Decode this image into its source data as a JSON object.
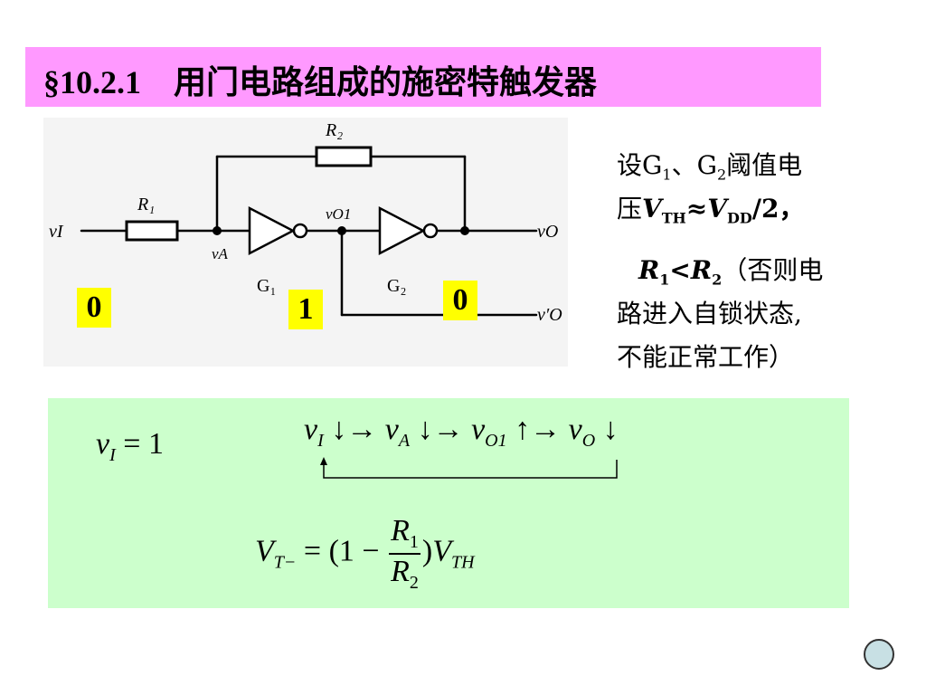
{
  "title": {
    "section": "§",
    "number": "10.2.1",
    "text": "用门电路组成的施密特触发器"
  },
  "circuit": {
    "labels": {
      "R2": "R₂",
      "R1": "R₁",
      "vI": "vI",
      "vA": "vA",
      "vO1": "vO1",
      "vO": "vO",
      "vO_prime": "v′O",
      "G1": "G₁",
      "G2": "G₂"
    },
    "badges": [
      "0",
      "1",
      "0"
    ]
  },
  "notes": {
    "line1a": "设G",
    "line1b": "1",
    "line1c": "、G",
    "line1d": "2",
    "line1e": "阈值电",
    "line2a": "压",
    "line2b": "V",
    "line2c": "TH",
    "line2d": "≈",
    "line2e": "V",
    "line2f": "DD",
    "line2g": "/2，",
    "line3a": "R",
    "line3b": "1",
    "line3c": "<",
    "line3d": "R",
    "line3e": "2",
    "line3f": "（否则电",
    "line4": "路进入自锁状态,",
    "line5": "不能正常工作）"
  },
  "equations": {
    "eq1_v": "v",
    "eq1_sub": "I",
    "eq1_rest": " = 1",
    "chain": [
      {
        "v": "v",
        "sub": "I",
        "arrow": " ↓→ "
      },
      {
        "v": "v",
        "sub": "A",
        "arrow": " ↓→ "
      },
      {
        "v": "v",
        "sub": "O1",
        "arrow": " ↑→ "
      },
      {
        "v": "v",
        "sub": "O",
        "arrow": " ↓"
      }
    ],
    "vt_lhs": "V",
    "vt_lhs_sub": "T−",
    "vt_eq": " = (1 − ",
    "vt_num": "R",
    "vt_num_sub": "1",
    "vt_den": "R",
    "vt_den_sub": "2",
    "vt_close": ")",
    "vt_rhs": "V",
    "vt_rhs_sub": "TH"
  }
}
